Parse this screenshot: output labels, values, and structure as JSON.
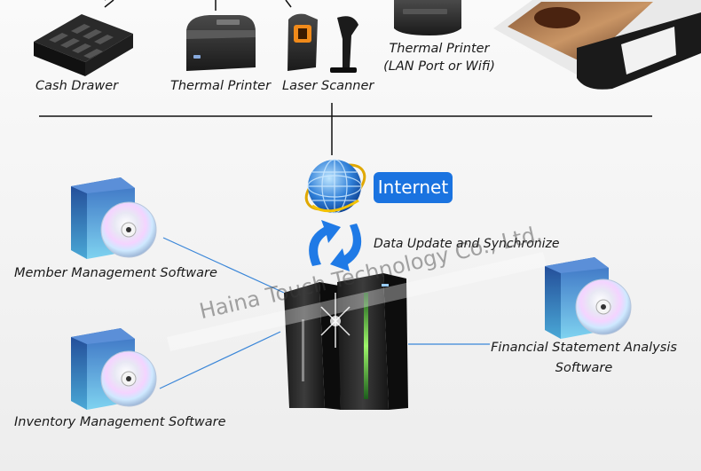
{
  "devices": {
    "cash_drawer": "Cash Drawer",
    "thermal_printer": "Thermal Printer",
    "laser_scanner": "Laser Scanner",
    "thermal_printer_lan_line1": "Thermal Printer",
    "thermal_printer_lan_line2": "(LAN Port or Wifi)"
  },
  "network": {
    "internet_label": "Internet",
    "sync_label": "Data Update and Synchronize"
  },
  "software": {
    "member": "Member Management Software",
    "inventory": "Inventory Management Software",
    "financial_line1": "Financial Statement Analysis",
    "financial_line2": "Software"
  },
  "watermark": "Haina Touch Technology Co., Ltd.",
  "colors": {
    "connector_blue": "#3a86d8",
    "badge_blue": "#1a73e0",
    "line_dark": "#111111"
  }
}
